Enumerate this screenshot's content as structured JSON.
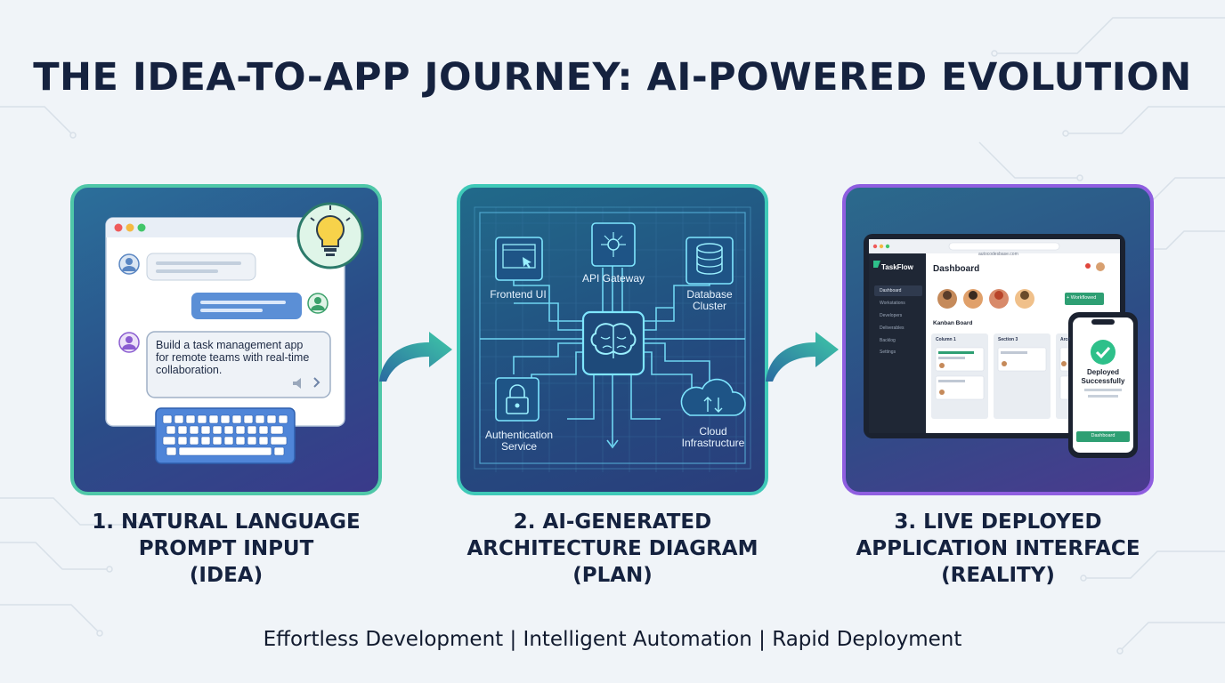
{
  "title": "THE IDEA-TO-APP JOURNEY: AI-POWERED EVOLUTION",
  "panels": {
    "prompt": {
      "message": "Build a task management app for remote teams with real-time collaboration."
    },
    "architecture": {
      "nodes": {
        "frontend": "Frontend UI",
        "api": "API Gateway",
        "database_line1": "Database",
        "database_line2": "Cluster",
        "auth_line1": "Authentication",
        "auth_line2": "Service",
        "cloud_line1": "Cloud",
        "cloud_line2": "Infrastructure"
      }
    },
    "app": {
      "brand": "TaskFlow",
      "page_title": "Dashboard",
      "section_title": "Kanban Board",
      "sidebar_items": [
        "Dashboard",
        "Workstations",
        "Developers",
        "Deliverables",
        "Backlog",
        "Settings"
      ],
      "columns": [
        "Column 1",
        "Section 3",
        "Arcd"
      ],
      "action_button": "+ Workflowed",
      "phone_status_line1": "Deployed",
      "phone_status_line2": "Successfully",
      "phone_button": "Dashboard",
      "url": "autocodesbase.com"
    }
  },
  "steps": [
    {
      "line1": "1. NATURAL LANGUAGE",
      "line2": "PROMPT INPUT",
      "line3": "(IDEA)"
    },
    {
      "line1": "2. AI-GENERATED",
      "line2": "ARCHITECTURE DIAGRAM",
      "line3": "(PLAN)"
    },
    {
      "line1": "3. LIVE DEPLOYED",
      "line2": "APPLICATION INTERFACE",
      "line3": "(REALITY)"
    }
  ],
  "footer": "Effortless Development | Intelligent Automation | Rapid Deployment",
  "colors": {
    "teal_border": "#4fc7a8",
    "purple_border": "#8f5ee0",
    "title": "#15223f",
    "accent_green": "#2e9f73"
  }
}
